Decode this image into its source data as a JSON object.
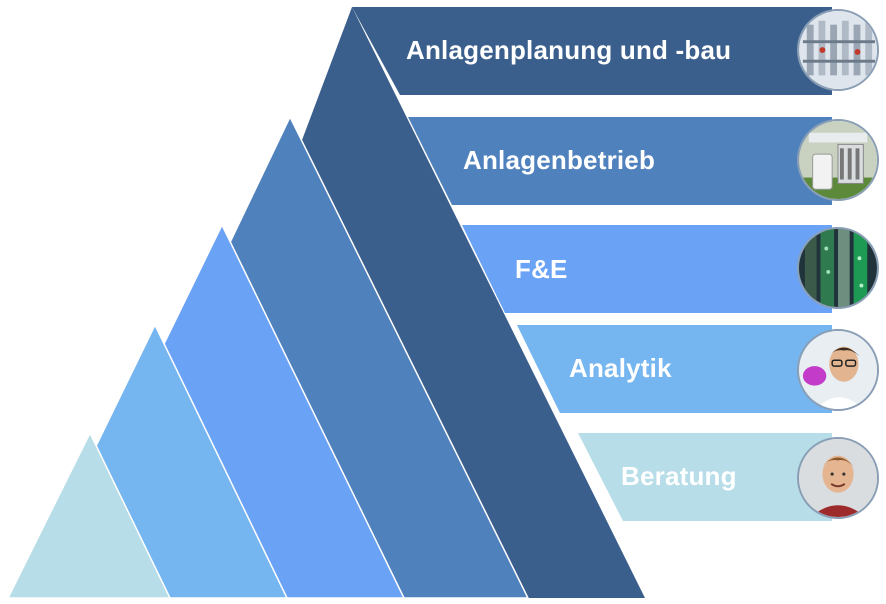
{
  "levels": [
    {
      "label": "Anlagenplanung und -bau",
      "color": "#3b5f8c",
      "icon": "plant-construction-photo"
    },
    {
      "label": "Anlagenbetrieb",
      "color": "#4f81bd",
      "icon": "plant-operation-photo"
    },
    {
      "label": "F&E",
      "color": "#6aa2f5",
      "icon": "research-columns-photo"
    },
    {
      "label": "Analytik",
      "color": "#75b5f0",
      "icon": "chemist-portrait-photo"
    },
    {
      "label": "Beratung",
      "color": "#b7dde8",
      "icon": "consultant-portrait-photo"
    }
  ]
}
